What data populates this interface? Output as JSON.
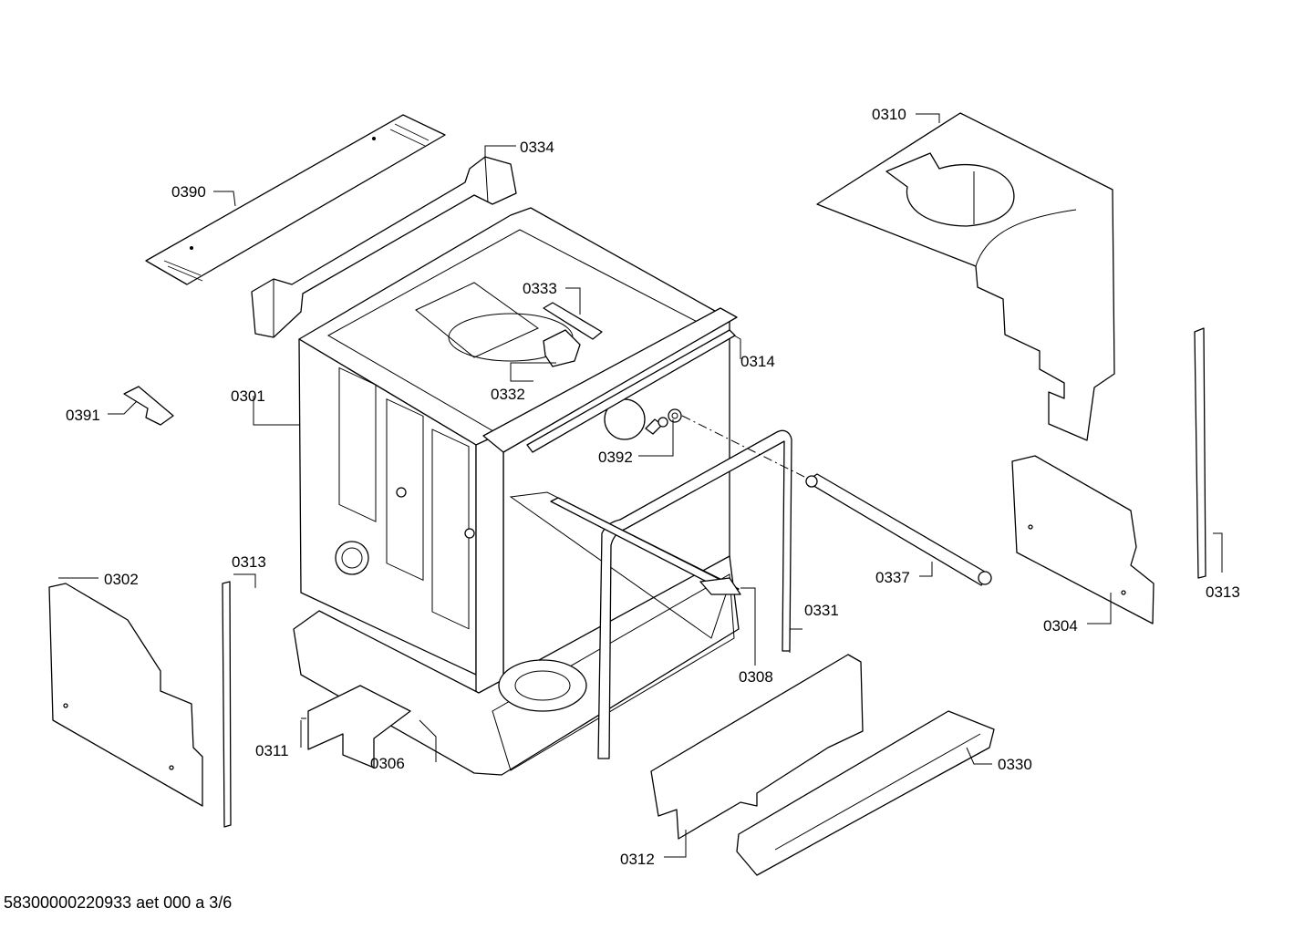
{
  "labels": {
    "p0390": "0390",
    "p0334": "0334",
    "p0333": "0333",
    "p0332": "0332",
    "p0314": "0314",
    "p0301": "0301",
    "p0391": "0391",
    "p0392": "0392",
    "p0310": "0310",
    "p0313_left": "0313",
    "p0313_right": "0313",
    "p0302": "0302",
    "p0337": "0337",
    "p0304": "0304",
    "p0331": "0331",
    "p0308": "0308",
    "p0311": "0311",
    "p0306": "0306",
    "p0330": "0330",
    "p0312": "0312"
  },
  "footer": {
    "document_id": "58300000220933 aet 000 a 3/6"
  }
}
